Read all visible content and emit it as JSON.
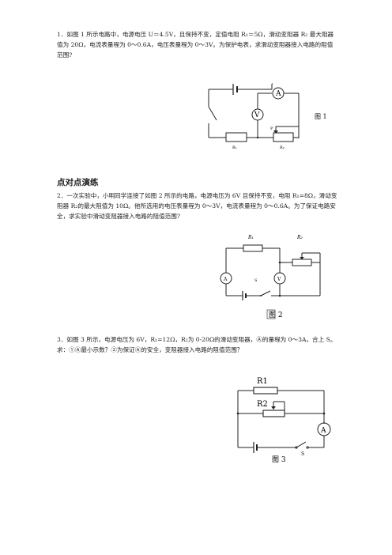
{
  "problem1": {
    "text": "1．如图 1 所示电路中，电源电压 U＝4.5V，且保持不变，定值电阻 R₁＝5Ω，滑动变阻器 R₂ 最大阻器值为 20Ω，电流表量程为 0～0.6A，电压表量程为 0～3V。为保护电表，求滑动变阻器接入电路的阻值范围?",
    "figure_caption": "图 1",
    "labels": {
      "ammeter": "A",
      "voltmeter": "V",
      "slider": "P",
      "r1": "R₁",
      "r2": "R₂"
    }
  },
  "section_heading": "点对点演练",
  "problem2": {
    "text": "2．一次实验中，小明同学连接了如图 2 所示的电路，电源电压为 6V 且保持不变，电阻 R₁=8Ω，滑动变阻器 R₂的最大阻值为 10Ω。他所选用的电压表量程为 0～3V，电流表量程为 0～0.6A。为了保证电路安全，求实验中滑动变阻器接入电路的阻值范围?",
    "figure_caption": "图 2",
    "labels": {
      "r1": "R₁",
      "r2": "R₂",
      "ammeter": "A",
      "voltmeter": "V",
      "switch": "S"
    }
  },
  "problem3": {
    "text": "3．如图 3 所示，电源电压为 6V，R₁=12Ω，R₂为 0-20Ω的滑动变阻器，Ⓐ的量程为 0～3A，合上 S。求：①Ⓐ最小示数？②为保证Ⓐ的安全，变阻器接入电路的阻值范围？",
    "figure_caption": "图 3",
    "labels": {
      "r1": "R1",
      "r2": "R2",
      "ammeter": "A",
      "switch": "S"
    }
  }
}
